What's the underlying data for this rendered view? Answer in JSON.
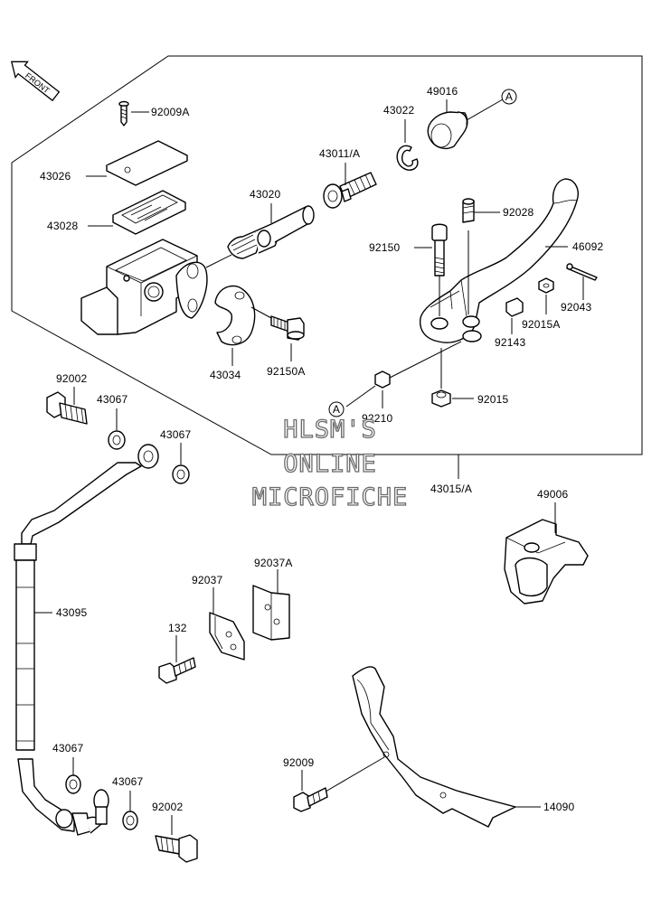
{
  "diagram": {
    "front_marker": "FRONT",
    "watermark": [
      "HLSM'S",
      "ONLINE",
      "MICROFICHE"
    ],
    "callouts": {
      "ref_a_top": "A",
      "ref_a_mid": "A"
    },
    "parts": [
      {
        "id": "p92009A",
        "number": "92009A"
      },
      {
        "id": "p43026",
        "number": "43026"
      },
      {
        "id": "p43028",
        "number": "43028"
      },
      {
        "id": "p43020",
        "number": "43020"
      },
      {
        "id": "p43011",
        "number": "43011/A"
      },
      {
        "id": "p43022",
        "number": "43022"
      },
      {
        "id": "p49016",
        "number": "49016"
      },
      {
        "id": "p92028",
        "number": "92028"
      },
      {
        "id": "p92150",
        "number": "92150"
      },
      {
        "id": "p46092",
        "number": "46092"
      },
      {
        "id": "p92043",
        "number": "92043"
      },
      {
        "id": "p92015A",
        "number": "92015A"
      },
      {
        "id": "p92143",
        "number": "92143"
      },
      {
        "id": "p43034",
        "number": "43034"
      },
      {
        "id": "p92150A",
        "number": "92150A"
      },
      {
        "id": "p92015",
        "number": "92015"
      },
      {
        "id": "p92210",
        "number": "92210"
      },
      {
        "id": "p92002a",
        "number": "92002"
      },
      {
        "id": "p43067a",
        "number": "43067"
      },
      {
        "id": "p43067b",
        "number": "43067"
      },
      {
        "id": "p43015",
        "number": "43015/A"
      },
      {
        "id": "p49006",
        "number": "49006"
      },
      {
        "id": "p92037",
        "number": "92037"
      },
      {
        "id": "p92037A",
        "number": "92037A"
      },
      {
        "id": "p132",
        "number": "132"
      },
      {
        "id": "p43095",
        "number": "43095"
      },
      {
        "id": "p43067c",
        "number": "43067"
      },
      {
        "id": "p43067d",
        "number": "43067"
      },
      {
        "id": "p92002b",
        "number": "92002"
      },
      {
        "id": "p92009",
        "number": "92009"
      },
      {
        "id": "p14090",
        "number": "14090"
      }
    ]
  }
}
